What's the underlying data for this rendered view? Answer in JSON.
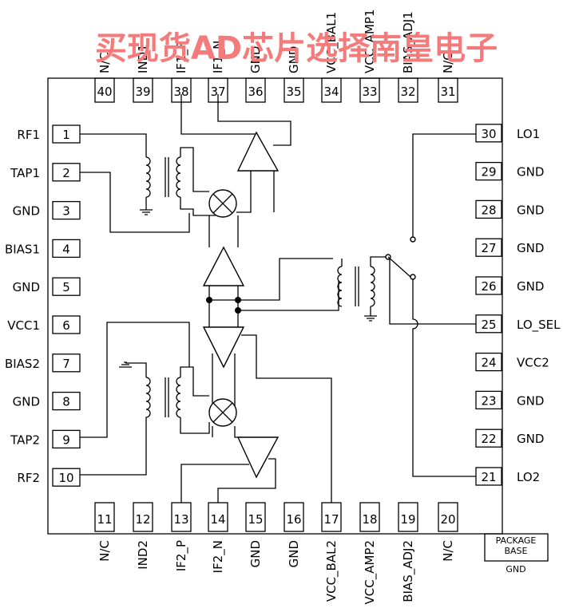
{
  "watermark": "买现货AD芯片选择南皇电子",
  "package_base": {
    "line1": "PACKAGE",
    "line2": "BASE",
    "label": "GND"
  },
  "pins_left": [
    {
      "num": "1",
      "label": "RF1"
    },
    {
      "num": "2",
      "label": "TAP1"
    },
    {
      "num": "3",
      "label": "GND"
    },
    {
      "num": "4",
      "label": "BIAS1"
    },
    {
      "num": "5",
      "label": "GND"
    },
    {
      "num": "6",
      "label": "VCC1"
    },
    {
      "num": "7",
      "label": "BIAS2"
    },
    {
      "num": "8",
      "label": "GND"
    },
    {
      "num": "9",
      "label": "TAP2"
    },
    {
      "num": "10",
      "label": "RF2"
    }
  ],
  "pins_bottom": [
    {
      "num": "11",
      "label": "N/C"
    },
    {
      "num": "12",
      "label": "IND2"
    },
    {
      "num": "13",
      "label": "IF2_P"
    },
    {
      "num": "14",
      "label": "IF2_N"
    },
    {
      "num": "15",
      "label": "GND"
    },
    {
      "num": "16",
      "label": "GND"
    },
    {
      "num": "17",
      "label": "VCC_BAL2"
    },
    {
      "num": "18",
      "label": "VCC_AMP2"
    },
    {
      "num": "19",
      "label": "BIAS_ADJ2"
    },
    {
      "num": "20",
      "label": "N/C"
    }
  ],
  "pins_right": [
    {
      "num": "21",
      "label": "LO2"
    },
    {
      "num": "22",
      "label": "GND"
    },
    {
      "num": "23",
      "label": "GND"
    },
    {
      "num": "24",
      "label": "VCC2"
    },
    {
      "num": "25",
      "label": "LO_SEL"
    },
    {
      "num": "26",
      "label": "GND"
    },
    {
      "num": "27",
      "label": "GND"
    },
    {
      "num": "28",
      "label": "GND"
    },
    {
      "num": "29",
      "label": "GND"
    },
    {
      "num": "30",
      "label": "LO1"
    }
  ],
  "pins_top": [
    {
      "num": "31",
      "label": "N/C"
    },
    {
      "num": "32",
      "label": "BIAS_ADJ1"
    },
    {
      "num": "33",
      "label": "VCC_AMP1"
    },
    {
      "num": "34",
      "label": "VCC_BAL1"
    },
    {
      "num": "35",
      "label": "GND"
    },
    {
      "num": "36",
      "label": "GND"
    },
    {
      "num": "37",
      "label": "IF1_N"
    },
    {
      "num": "38",
      "label": "IF1_P"
    },
    {
      "num": "39",
      "label": "IND1"
    },
    {
      "num": "40",
      "label": "N/C"
    }
  ]
}
